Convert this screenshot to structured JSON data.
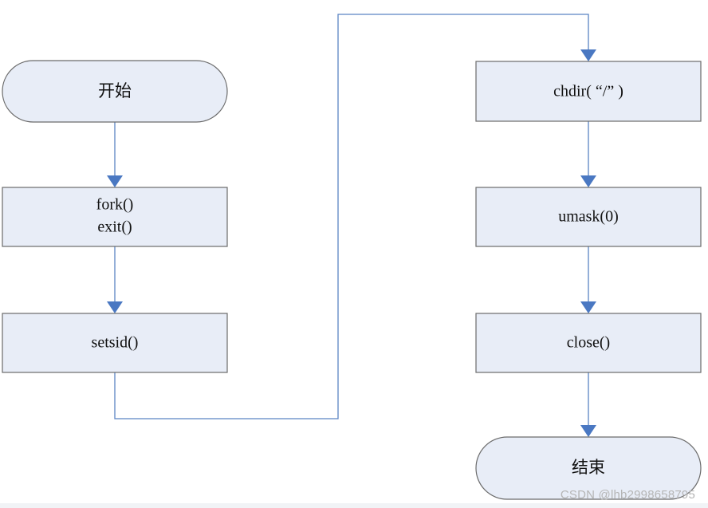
{
  "diagram": {
    "nodes": {
      "start": {
        "label": "开始",
        "shape": "terminator"
      },
      "fork": {
        "lines": [
          "fork()",
          "exit()"
        ],
        "shape": "process"
      },
      "setsid": {
        "label": "setsid()",
        "shape": "process"
      },
      "chdir": {
        "label": "chdir( “/” )",
        "shape": "process"
      },
      "umask": {
        "label": "umask(0)",
        "shape": "process"
      },
      "close": {
        "label": "close()",
        "shape": "process"
      },
      "end": {
        "label": "结束",
        "shape": "terminator"
      }
    },
    "edges": [
      [
        "start",
        "fork"
      ],
      [
        "fork",
        "setsid"
      ],
      [
        "setsid",
        "chdir"
      ],
      [
        "chdir",
        "umask"
      ],
      [
        "umask",
        "close"
      ],
      [
        "close",
        "end"
      ]
    ],
    "colors": {
      "node_fill": "#e8edf7",
      "node_stroke": "#6b6b6b",
      "connector": "#5b84c4",
      "arrowhead": "#4a78c2"
    }
  },
  "watermark": "CSDN @lhb2998658795"
}
